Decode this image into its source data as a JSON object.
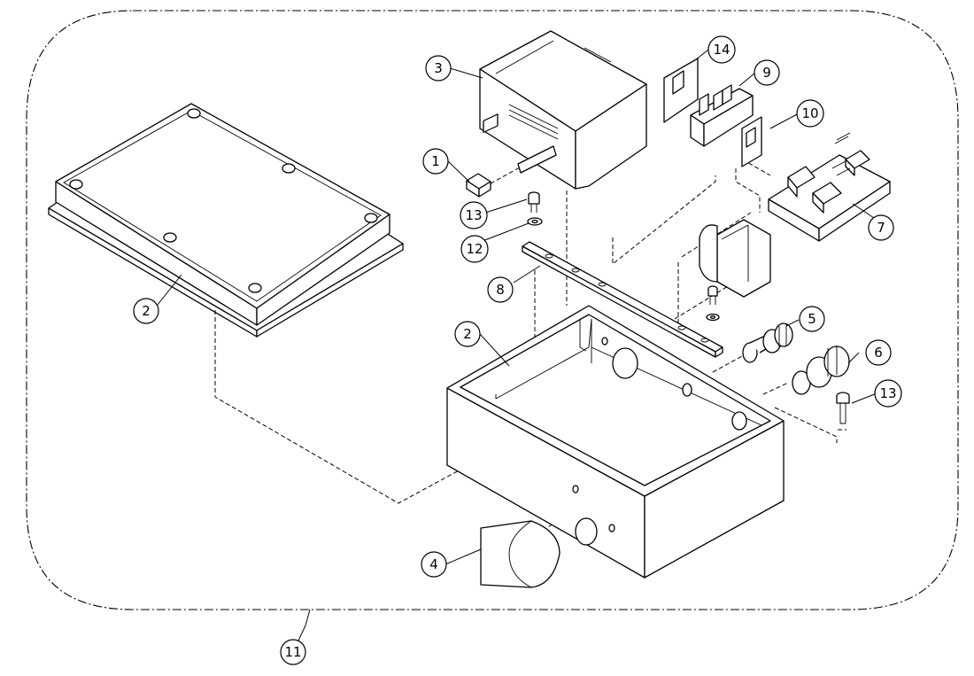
{
  "callouts": {
    "c1": "1",
    "c2a": "2",
    "c2b": "2",
    "c3": "3",
    "c4": "4",
    "c5": "5",
    "c6": "6",
    "c7": "7",
    "c8": "8",
    "c9": "9",
    "c10": "10",
    "c11": "11",
    "c12": "12",
    "c13a": "13",
    "c13b": "13",
    "c14": "14"
  }
}
